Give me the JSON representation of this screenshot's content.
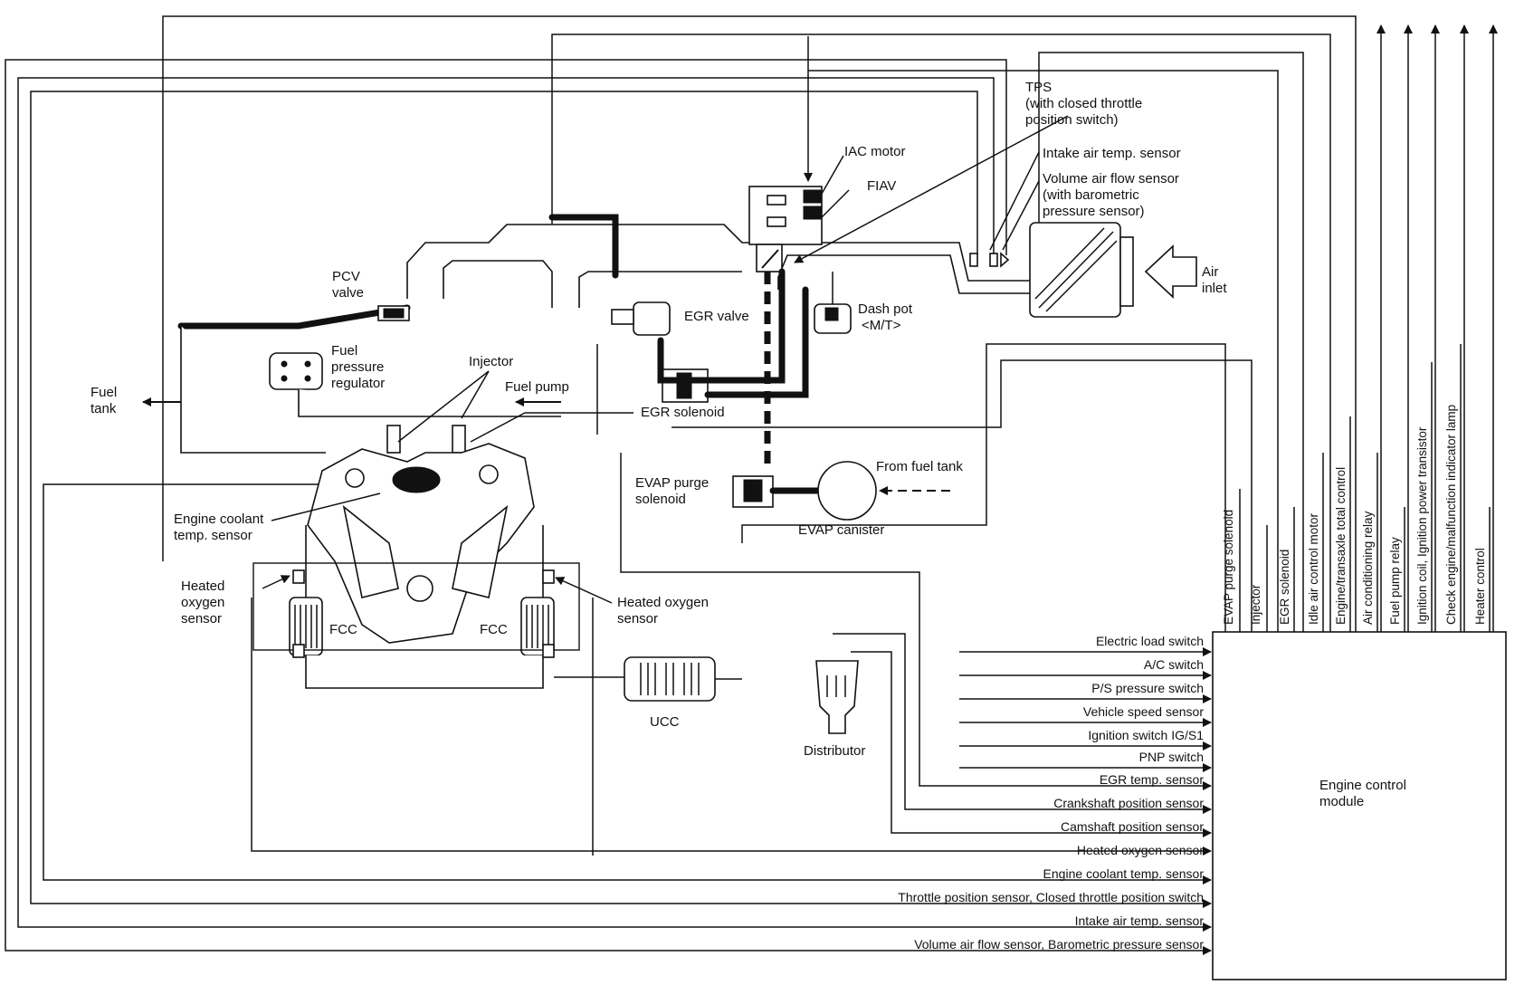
{
  "labels": {
    "tps": [
      "TPS",
      "(with closed throttle",
      "position switch)"
    ],
    "iac_motor": "IAC motor",
    "fiav": "FIAV",
    "intake_air_temp_sensor": "Intake air temp. sensor",
    "volume_air_flow_sensor": [
      "Volume air flow sensor",
      "(with barometric",
      "pressure sensor)"
    ],
    "air_inlet": [
      "Air",
      "inlet"
    ],
    "pcv_valve": [
      "PCV",
      "valve"
    ],
    "egr_valve": "EGR valve",
    "dash_pot": [
      "Dash pot",
      "<M/T>"
    ],
    "fuel_pressure_regulator": [
      "Fuel",
      "pressure",
      "regulator"
    ],
    "injector": "Injector",
    "fuel_pump": "Fuel pump",
    "fuel_tank": [
      "Fuel",
      "tank"
    ],
    "egr_solenoid": "EGR solenoid",
    "from_fuel_tank": "From fuel tank",
    "evap_purge_solenoid": [
      "EVAP purge",
      "solenoid"
    ],
    "evap_canister": "EVAP canister",
    "engine_coolant_temp_sensor": [
      "Engine coolant",
      "temp. sensor"
    ],
    "heated_oxygen_sensor_left": [
      "Heated",
      "oxygen",
      "sensor"
    ],
    "heated_oxygen_sensor_right": [
      "Heated oxygen",
      "sensor"
    ],
    "fcc_left": "FCC",
    "fcc_right": "FCC",
    "ucc": "UCC",
    "distributor": "Distributor",
    "ecm": [
      "Engine control",
      "module"
    ]
  },
  "ecm_outputs": [
    "EVAP purge solenoid",
    "Injector",
    "EGR solenoid",
    "Idle air control motor",
    "Engine/transaxle total control",
    "Air conditioning relay",
    "Fuel pump relay",
    "Ignition coil, Ignition power transistor",
    "Check engine/malfunction indicator lamp",
    "Heater control"
  ],
  "ecm_inputs": [
    "Electric load switch",
    "A/C switch",
    "P/S pressure switch",
    "Vehicle speed sensor",
    "Ignition switch IG/S1",
    "PNP switch",
    "EGR temp. sensor",
    "Crankshaft position sensor",
    "Camshaft position sensor",
    "Heated oxygen sensor",
    "Engine coolant temp. sensor",
    "Throttle position sensor, Closed throttle position switch",
    "Intake air temp. sensor",
    "Volume air flow sensor, Barometric pressure sensor"
  ]
}
